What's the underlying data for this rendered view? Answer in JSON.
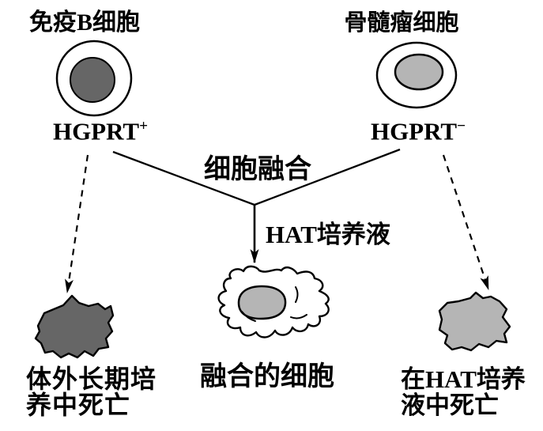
{
  "diagram": {
    "cells": {
      "b_cell": {
        "label": "免疫B细胞",
        "marker_base": "HGPRT",
        "marker_sup": "+"
      },
      "myeloma": {
        "label": "骨髓瘤细胞",
        "marker_base": "HGPRT",
        "marker_sup": "−"
      }
    },
    "process": {
      "fusion_label": "细胞融合",
      "medium_label": "HAT培养液"
    },
    "outcomes": {
      "fused_cell_label": "融合的细胞",
      "left_death_line1": "体外长期培",
      "left_death_line2": "养中死亡",
      "right_death_line1": "在HAT培养",
      "right_death_line2": "液中死亡"
    },
    "colors": {
      "dark_gray": "#666666",
      "light_gray": "#b5b5b5",
      "stroke": "#000000",
      "background": "#ffffff"
    }
  }
}
